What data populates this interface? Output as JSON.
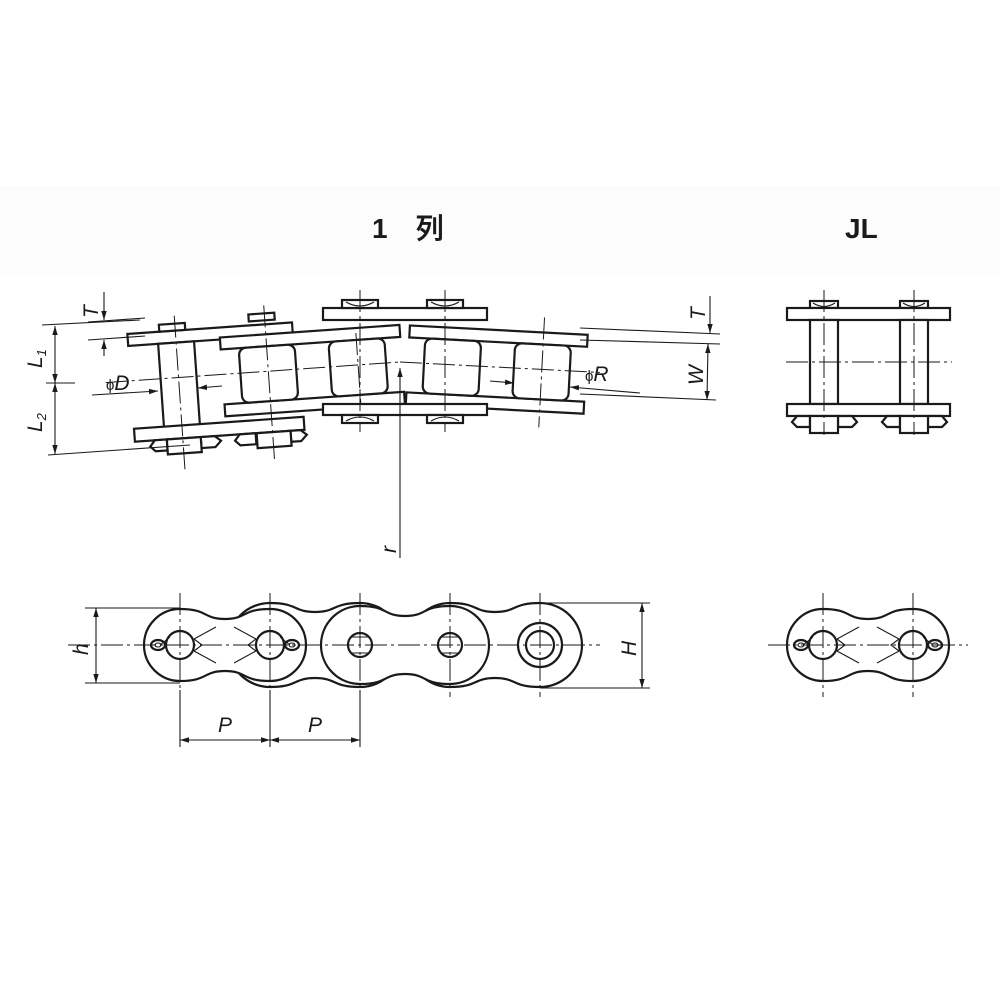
{
  "titles": {
    "single_row": "1　列",
    "joint_link": "JL"
  },
  "labels": {
    "T_left": "T",
    "L1": "L",
    "L1_sub": "1",
    "L2": "L",
    "L2_sub": "2",
    "phiD_symbol": "ϕ",
    "phiD": "D",
    "phiR_symbol": "ϕ",
    "phiR": "R",
    "T_right": "T",
    "W": "W",
    "r": "r",
    "h": "h",
    "H": "H",
    "P1": "P",
    "P2": "P"
  }
}
